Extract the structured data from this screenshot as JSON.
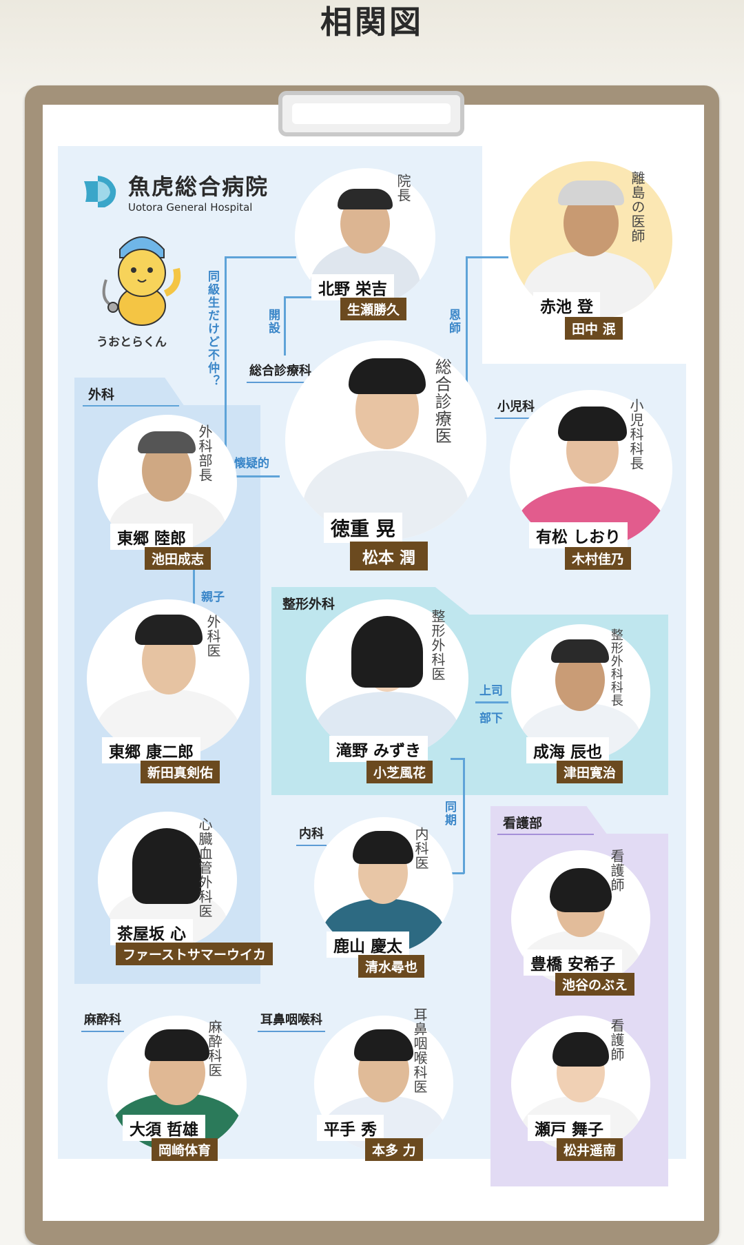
{
  "page_title": "相関図",
  "hospital": {
    "name_ja": "魚虎総合病院",
    "name_en": "Uotora General Hospital",
    "mascot": "うおとらくん"
  },
  "departments": {
    "geka": "外科",
    "general": "総合診療科",
    "shounika": "小児科",
    "seikei": "整形外科",
    "naika": "内科",
    "kango": "看護部",
    "masui": "麻酔科",
    "jibi": "耳鼻咽喉科"
  },
  "relations": {
    "classmates": "同級生だけど不仲？",
    "founded": "開設",
    "mentor": "恩師",
    "suspicious": "懐疑的",
    "parent_child": "親子",
    "boss": "上司",
    "subordinate": "部下",
    "same_year": "同期"
  },
  "people": {
    "kitano": {
      "role": "院長",
      "name": "北野 栄吉",
      "actor": "生瀬勝久"
    },
    "akaike": {
      "role": "離島の医師",
      "name": "赤池 登",
      "actor": "田中 泯"
    },
    "tokushige": {
      "role": "総合診療医",
      "name": "徳重 晃",
      "actor": "松本 潤"
    },
    "arimatsu": {
      "role": "小児科科長",
      "name": "有松 しおり",
      "actor": "木村佳乃"
    },
    "togo_r": {
      "role": "外科部長",
      "name": "東郷 陸郎",
      "actor": "池田成志"
    },
    "togo_k": {
      "role": "外科医",
      "name": "東郷 康二郎",
      "actor": "新田真剣佑"
    },
    "chayazaka": {
      "role": "心臓血管外科医",
      "name": "茶屋坂 心",
      "actor": "ファーストサマーウイカ"
    },
    "takino": {
      "role": "整形外科医",
      "name": "滝野 みずき",
      "actor": "小芝風花"
    },
    "narumi": {
      "role": "整形外科科長",
      "name": "成海 辰也",
      "actor": "津田寛治"
    },
    "shikayama": {
      "role": "内科医",
      "name": "鹿山 慶太",
      "actor": "清水尋也"
    },
    "toyohashi": {
      "role": "看護師",
      "name": "豊橋 安希子",
      "actor": "池谷のぶえ"
    },
    "ohsu": {
      "role": "麻酔科医",
      "name": "大須 哲雄",
      "actor": "岡崎体育"
    },
    "hirate": {
      "role": "耳鼻咽喉科医",
      "name": "平手 秀",
      "actor": "本多 力"
    },
    "seto": {
      "role": "看護師",
      "name": "瀬戸 舞子",
      "actor": "松井遥南"
    }
  }
}
